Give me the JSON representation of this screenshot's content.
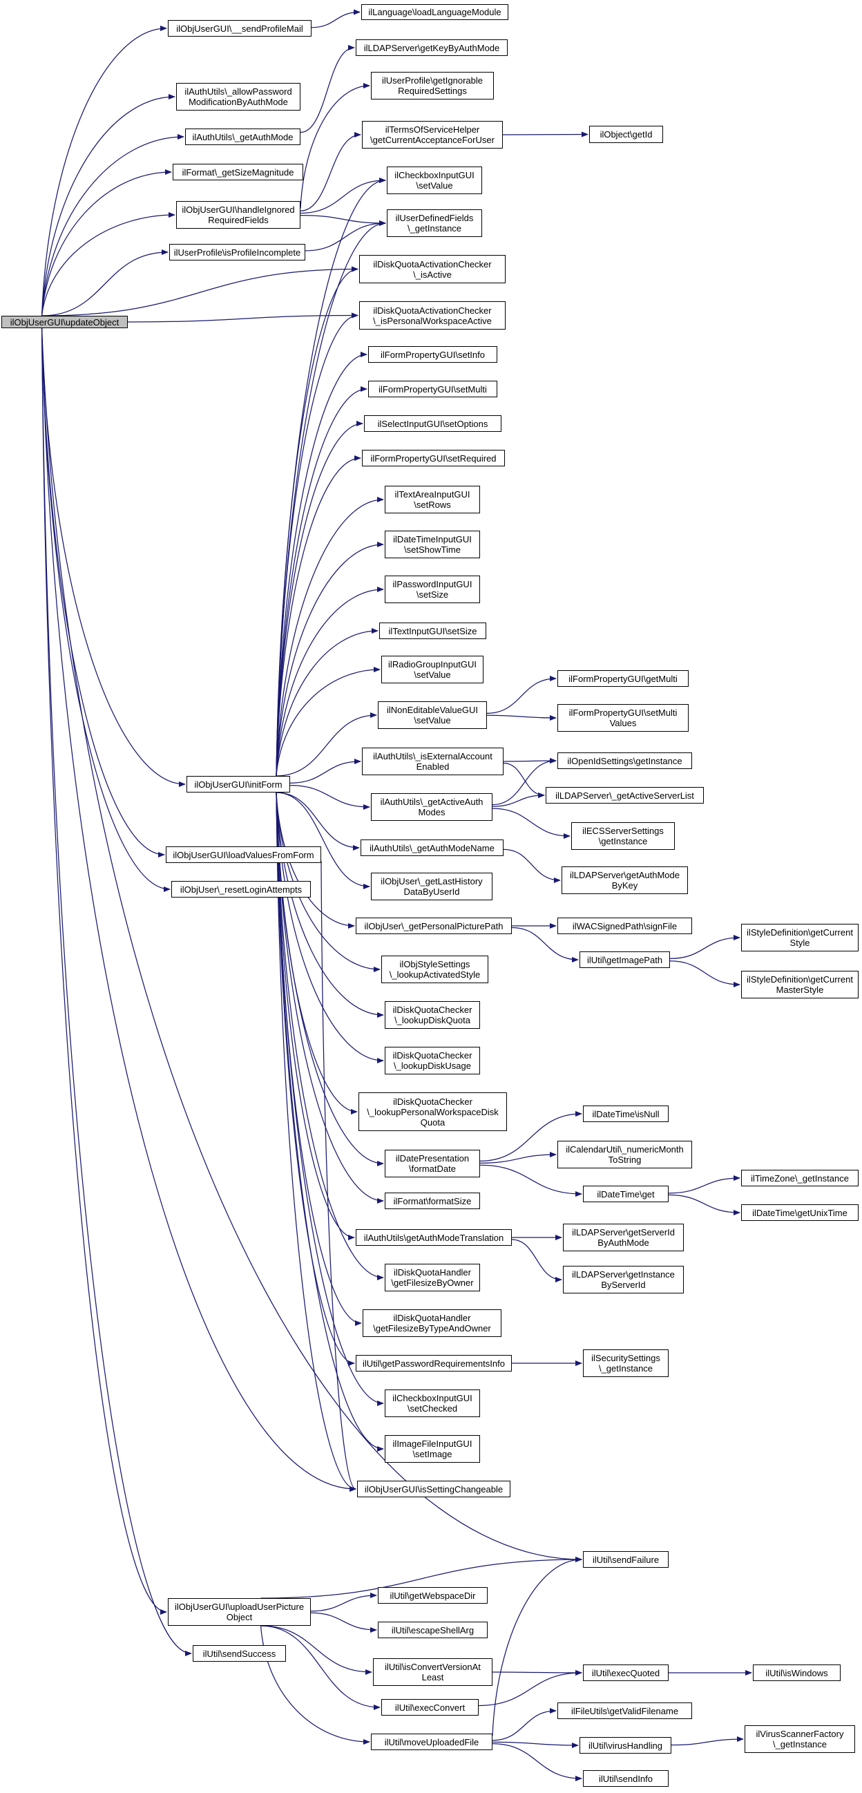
{
  "root": "ilObjUserGUI\\updateObject",
  "nodes": {
    "root": "ilObjUserGUI\\updateObject",
    "sendProfileMail": "ilObjUserGUI\\__sendProfileMail",
    "loadLanguageModule": "ilLanguage\\loadLanguageModule",
    "allowPwdMod": "ilAuthUtils\\_allowPassword\nModificationByAuthMode",
    "getKeyByAuthMode": "ilLDAPServer\\getKeyByAuthMode",
    "getIgnorable": "ilUserProfile\\getIgnorable\nRequiredSettings",
    "getAuthMode": "ilAuthUtils\\_getAuthMode",
    "tosHelper": "ilTermsOfServiceHelper\n\\getCurrentAcceptanceForUser",
    "objGetId": "ilObject\\getId",
    "getSizeMagnitude": "ilFormat\\_getSizeMagnitude",
    "cbSetValue": "ilCheckboxInputGUI\n\\setValue",
    "handleIgnored": "ilObjUserGUI\\handleIgnored\nRequiredFields",
    "udfGetInstance": "ilUserDefinedFields\n\\_getInstance",
    "isProfileIncomplete": "ilUserProfile\\isProfileIncomplete",
    "dqIsActive": "ilDiskQuotaActivationChecker\n\\_isActive",
    "dqIsPersonalActive": "ilDiskQuotaActivationChecker\n\\_isPersonalWorkspaceActive",
    "fpSetInfo": "ilFormPropertyGUI\\setInfo",
    "fpSetMulti": "ilFormPropertyGUI\\setMulti",
    "selSetOptions": "ilSelectInputGUI\\setOptions",
    "fpSetRequired": "ilFormPropertyGUI\\setRequired",
    "taSetRows": "ilTextAreaInputGUI\n\\setRows",
    "dtSetShowTime": "ilDateTimeInputGUI\n\\setShowTime",
    "pwSetSize": "ilPasswordInputGUI\n\\setSize",
    "txtSetSize": "ilTextInputGUI\\setSize",
    "radioSetValue": "ilRadioGroupInputGUI\n\\setValue",
    "fpGetMulti": "ilFormPropertyGUI\\getMulti",
    "neSetValue": "ilNonEditableValueGUI\n\\setValue",
    "fpSetMultiValues": "ilFormPropertyGUI\\setMulti\nValues",
    "isExtAccount": "ilAuthUtils\\_isExternalAccount\nEnabled",
    "openIdGetInstance": "ilOpenIdSettings\\getInstance",
    "initForm": "ilObjUserGUI\\initForm",
    "getActiveAuth": "ilAuthUtils\\_getActiveAuth\nModes",
    "ldapActiveList": "ilLDAPServer\\_getActiveServerList",
    "ecsGetInstance": "ilECSServerSettings\n\\getInstance",
    "loadValues": "ilObjUserGUI\\loadValuesFromForm",
    "getAuthModeName": "ilAuthUtils\\_getAuthModeName",
    "resetLogin": "ilObjUser\\_resetLoginAttempts",
    "lastHistory": "ilObjUser\\_getLastHistory\nDataByUserId",
    "ldapAuthModeByKey": "ilLDAPServer\\getAuthMode\nByKey",
    "personalPicPath": "ilObjUser\\_getPersonalPicturePath",
    "wacSignFile": "ilWACSignedPath\\signFile",
    "styleCurStyle": "ilStyleDefinition\\getCurrent\nStyle",
    "getImagePath": "ilUtil\\getImagePath",
    "lookupStyle": "ilObjStyleSettings\n\\_lookupActivatedStyle",
    "styleCurMaster": "ilStyleDefinition\\getCurrent\nMasterStyle",
    "lookupDiskQuota": "ilDiskQuotaChecker\n\\_lookupDiskQuota",
    "lookupDiskUsage": "ilDiskQuotaChecker\n\\_lookupDiskUsage",
    "lookupPersWs": "ilDiskQuotaChecker\n\\_lookupPersonalWorkspaceDisk\nQuota",
    "dtIsNull": "ilDateTime\\isNull",
    "calNumMonth": "ilCalendarUtil\\_numericMonth\nToString",
    "formatDate": "ilDatePresentation\n\\formatDate",
    "dtGet": "ilDateTime\\get",
    "tzGetInstance": "ilTimeZone\\_getInstance",
    "dtGetUnix": "ilDateTime\\getUnixTime",
    "formatSize": "ilFormat\\formatSize",
    "authModeTrans": "ilAuthUtils\\getAuthModeTranslation",
    "ldapServerIdByAuth": "ilLDAPServer\\getServerId\nByAuthMode",
    "ldapInstById": "ilLDAPServer\\getInstance\nByServerId",
    "dqhFilesizeOwner": "ilDiskQuotaHandler\n\\getFilesizeByOwner",
    "dqhFilesizeType": "ilDiskQuotaHandler\n\\getFilesizeByTypeAndOwner",
    "pwReqInfo": "ilUtil\\getPasswordRequirementsInfo",
    "secGetInstance": "ilSecuritySettings\n\\_getInstance",
    "cbSetChecked": "ilCheckboxInputGUI\n\\setChecked",
    "imgSetImage": "ilImageFileInputGUI\n\\setImage",
    "isSettingChangeable": "ilObjUserGUI\\isSettingChangeable",
    "sendFailure": "ilUtil\\sendFailure",
    "uploadPicture": "ilObjUserGUI\\uploadUserPicture\nObject",
    "getWebspaceDir": "ilUtil\\getWebspaceDir",
    "escapeShellArg": "ilUtil\\escapeShellArg",
    "sendSuccess": "ilUtil\\sendSuccess",
    "isConvertVersion": "ilUtil\\isConvertVersionAt\nLeast",
    "execQuoted": "ilUtil\\execQuoted",
    "isWindows": "ilUtil\\isWindows",
    "execConvert": "ilUtil\\execConvert",
    "validFilename": "ilFileUtils\\getValidFilename",
    "moveUploaded": "ilUtil\\moveUploadedFile",
    "virusHandling": "ilUtil\\virusHandling",
    "virusScanner": "ilVirusScannerFactory\n\\_getInstance",
    "sendInfo": "ilUtil\\sendInfo"
  },
  "edges": [
    [
      "root",
      "sendProfileMail"
    ],
    [
      "root",
      "allowPwdMod"
    ],
    [
      "root",
      "getAuthMode"
    ],
    [
      "root",
      "getSizeMagnitude"
    ],
    [
      "root",
      "handleIgnored"
    ],
    [
      "root",
      "isProfileIncomplete"
    ],
    [
      "root",
      "dqIsActive"
    ],
    [
      "root",
      "dqIsPersonalActive"
    ],
    [
      "root",
      "initForm"
    ],
    [
      "root",
      "loadValues"
    ],
    [
      "root",
      "resetLogin"
    ],
    [
      "root",
      "isSettingChangeable"
    ],
    [
      "root",
      "uploadPicture"
    ],
    [
      "root",
      "sendSuccess"
    ],
    [
      "sendProfileMail",
      "loadLanguageModule"
    ],
    [
      "getAuthMode",
      "getKeyByAuthMode"
    ],
    [
      "handleIgnored",
      "getIgnorable"
    ],
    [
      "handleIgnored",
      "tosHelper"
    ],
    [
      "handleIgnored",
      "cbSetValue"
    ],
    [
      "handleIgnored",
      "udfGetInstance"
    ],
    [
      "tosHelper",
      "objGetId"
    ],
    [
      "isProfileIncomplete",
      "udfGetInstance"
    ],
    [
      "initForm",
      "cbSetValue"
    ],
    [
      "initForm",
      "udfGetInstance"
    ],
    [
      "initForm",
      "dqIsActive"
    ],
    [
      "initForm",
      "dqIsPersonalActive"
    ],
    [
      "initForm",
      "fpSetInfo"
    ],
    [
      "initForm",
      "fpSetMulti"
    ],
    [
      "initForm",
      "selSetOptions"
    ],
    [
      "initForm",
      "fpSetRequired"
    ],
    [
      "initForm",
      "taSetRows"
    ],
    [
      "initForm",
      "dtSetShowTime"
    ],
    [
      "initForm",
      "pwSetSize"
    ],
    [
      "initForm",
      "txtSetSize"
    ],
    [
      "initForm",
      "radioSetValue"
    ],
    [
      "initForm",
      "neSetValue"
    ],
    [
      "initForm",
      "isExtAccount"
    ],
    [
      "initForm",
      "getActiveAuth"
    ],
    [
      "initForm",
      "getAuthModeName"
    ],
    [
      "initForm",
      "lastHistory"
    ],
    [
      "initForm",
      "personalPicPath"
    ],
    [
      "initForm",
      "lookupStyle"
    ],
    [
      "initForm",
      "lookupDiskQuota"
    ],
    [
      "initForm",
      "lookupDiskUsage"
    ],
    [
      "initForm",
      "lookupPersWs"
    ],
    [
      "initForm",
      "formatDate"
    ],
    [
      "initForm",
      "formatSize"
    ],
    [
      "initForm",
      "authModeTrans"
    ],
    [
      "initForm",
      "dqhFilesizeOwner"
    ],
    [
      "initForm",
      "dqhFilesizeType"
    ],
    [
      "initForm",
      "pwReqInfo"
    ],
    [
      "initForm",
      "cbSetChecked"
    ],
    [
      "initForm",
      "imgSetImage"
    ],
    [
      "initForm",
      "isSettingChangeable"
    ],
    [
      "neSetValue",
      "fpGetMulti"
    ],
    [
      "neSetValue",
      "fpSetMultiValues"
    ],
    [
      "isExtAccount",
      "openIdGetInstance"
    ],
    [
      "isExtAccount",
      "ldapActiveList"
    ],
    [
      "getActiveAuth",
      "openIdGetInstance"
    ],
    [
      "getActiveAuth",
      "ldapActiveList"
    ],
    [
      "getActiveAuth",
      "ecsGetInstance"
    ],
    [
      "getAuthModeName",
      "ldapAuthModeByKey"
    ],
    [
      "loadValues",
      "isSettingChangeable"
    ],
    [
      "personalPicPath",
      "wacSignFile"
    ],
    [
      "personalPicPath",
      "getImagePath"
    ],
    [
      "getImagePath",
      "styleCurStyle"
    ],
    [
      "getImagePath",
      "styleCurMaster"
    ],
    [
      "formatDate",
      "dtIsNull"
    ],
    [
      "formatDate",
      "calNumMonth"
    ],
    [
      "formatDate",
      "dtGet"
    ],
    [
      "dtGet",
      "tzGetInstance"
    ],
    [
      "dtGet",
      "dtGetUnix"
    ],
    [
      "authModeTrans",
      "ldapServerIdByAuth"
    ],
    [
      "authModeTrans",
      "ldapInstById"
    ],
    [
      "pwReqInfo",
      "secGetInstance"
    ],
    [
      "root",
      "sendFailure"
    ],
    [
      "uploadPicture",
      "sendFailure"
    ],
    [
      "uploadPicture",
      "getWebspaceDir"
    ],
    [
      "uploadPicture",
      "escapeShellArg"
    ],
    [
      "uploadPicture",
      "isConvertVersion"
    ],
    [
      "uploadPicture",
      "execConvert"
    ],
    [
      "uploadPicture",
      "moveUploaded"
    ],
    [
      "isConvertVersion",
      "execQuoted"
    ],
    [
      "execConvert",
      "execQuoted"
    ],
    [
      "execQuoted",
      "isWindows"
    ],
    [
      "moveUploaded",
      "sendFailure"
    ],
    [
      "moveUploaded",
      "validFilename"
    ],
    [
      "moveUploaded",
      "virusHandling"
    ],
    [
      "moveUploaded",
      "sendInfo"
    ],
    [
      "virusHandling",
      "virusScanner"
    ]
  ],
  "colors": {
    "edge": "#191970",
    "root_fill": "#bfbfbf",
    "node_fill": "#ffffff",
    "border": "#000000"
  }
}
